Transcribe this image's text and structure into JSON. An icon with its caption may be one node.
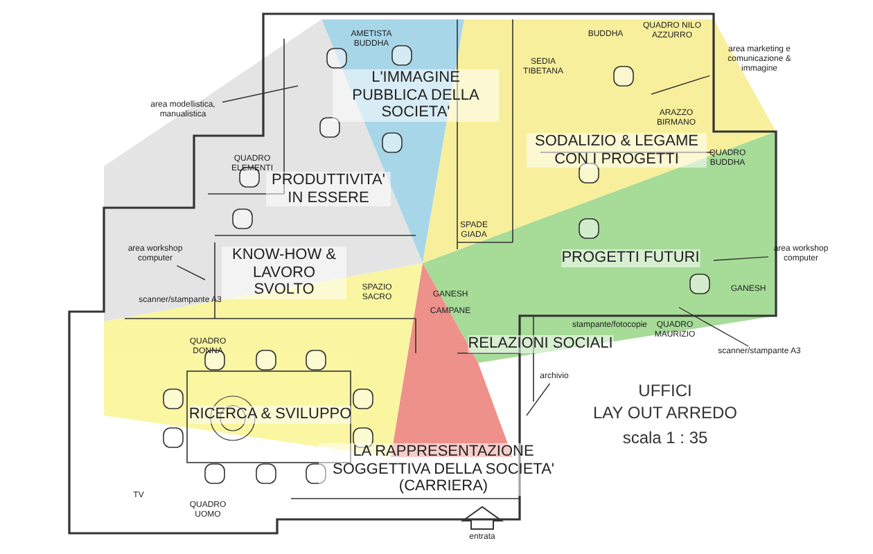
{
  "diagram": {
    "nodes": [
      {
        "text": [
          "area modellistica, manualistica"
        ]
      },
      {
        "text": [
          "area marketing e comunicazione & immagine"
        ]
      },
      {
        "text": [
          "area workshop computer"
        ]
      },
      {
        "text": [
          "area workshop computer"
        ]
      },
      {
        "text": [
          "scanner/stampante A3"
        ]
      },
      {
        "text": [
          "archivio"
        ]
      }
    ],
    "edges": [
      {
        "from": 0,
        "to": null,
        "arrow": "none"
      },
      {
        "from": 1,
        "to": null,
        "arrow": "none"
      },
      {
        "from": 2,
        "to": null,
        "arrow": "none"
      },
      {
        "from": 3,
        "to": null,
        "arrow": "none"
      },
      {
        "from": 4,
        "to": null,
        "arrow": "none"
      },
      {
        "from": 5,
        "to": null,
        "arrow": "none"
      }
    ],
    "labels": [
      "AMETISTA BUDDHA",
      "L'IMMAGINE PUBBLICA DELLA SOCIETA'",
      "SEDIA TIBETANA",
      "BUDDHA",
      "QUADRO NILO AZZURRO",
      "ARAZZO BIRMANO",
      "SODALIZIO & LEGAME CON I PROGETTI",
      "QUADRO BUDDHA",
      "QUADRO ELEMENTI",
      "PRODUTTIVITA' IN ESSERE",
      "KNOW-HOW & LAVORO SVOLTO",
      "SPADE GIADA",
      "PROGETTI FUTURI",
      "scanner/stampante A3",
      "SPAZIO SACRO",
      "GANESH",
      "GANESH",
      "CAMPANE",
      "stampante/fotocopie",
      "QUADRO DONNA",
      "RELAZIONI SOCIALI",
      "QUADRO MAURIZIO",
      "RICERCA & SVILUPPO",
      "UFFICI",
      "LAY OUT ARREDO",
      "scala 1 : 35",
      "LA RAPPRESENTAZIONE SOGGETTIVA DELLA SOCIETA' (CARRIERA)",
      "TV",
      "QUADRO UOMO",
      "entrata"
    ]
  }
}
